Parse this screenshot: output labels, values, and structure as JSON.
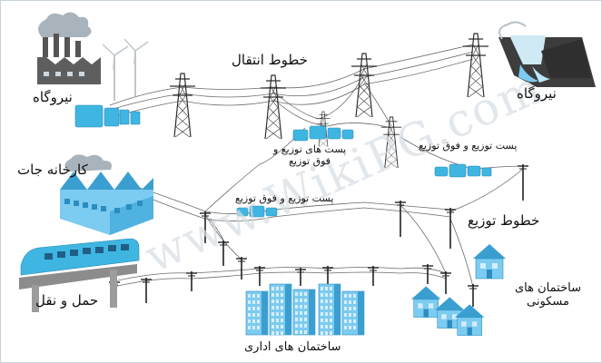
{
  "labels": {
    "power_plant_left": "نیروگاه",
    "power_plant_right": "نیروگاه",
    "transmission_lines": "خطوط انتقال",
    "substation_top_line1": "پست های توزیع و",
    "substation_top_line2": "فوق توزیع",
    "substation_right": "پست توزیع و فوق توزیع",
    "substation_middle": "پست توزیع و فوق توزیع",
    "factories": "کارخانه جات",
    "distribution_lines": "خطوط توزیع",
    "transportation": "حمل و نقل",
    "residential_line1": "ساختمان های",
    "residential_line2": "مسکونی",
    "office_buildings": "ساختمان های اداری"
  },
  "watermark": "www.WikiPG.com",
  "colors": {
    "equipment_blue": "#3fb6e2",
    "building_blue": "#7ccbf0",
    "building_dark": "#3a9fd0",
    "tower_gray": "#2f2f2f",
    "factory_gray": "#5b5b5b",
    "smoke": "#9aa5ad",
    "wire": "#555555"
  }
}
